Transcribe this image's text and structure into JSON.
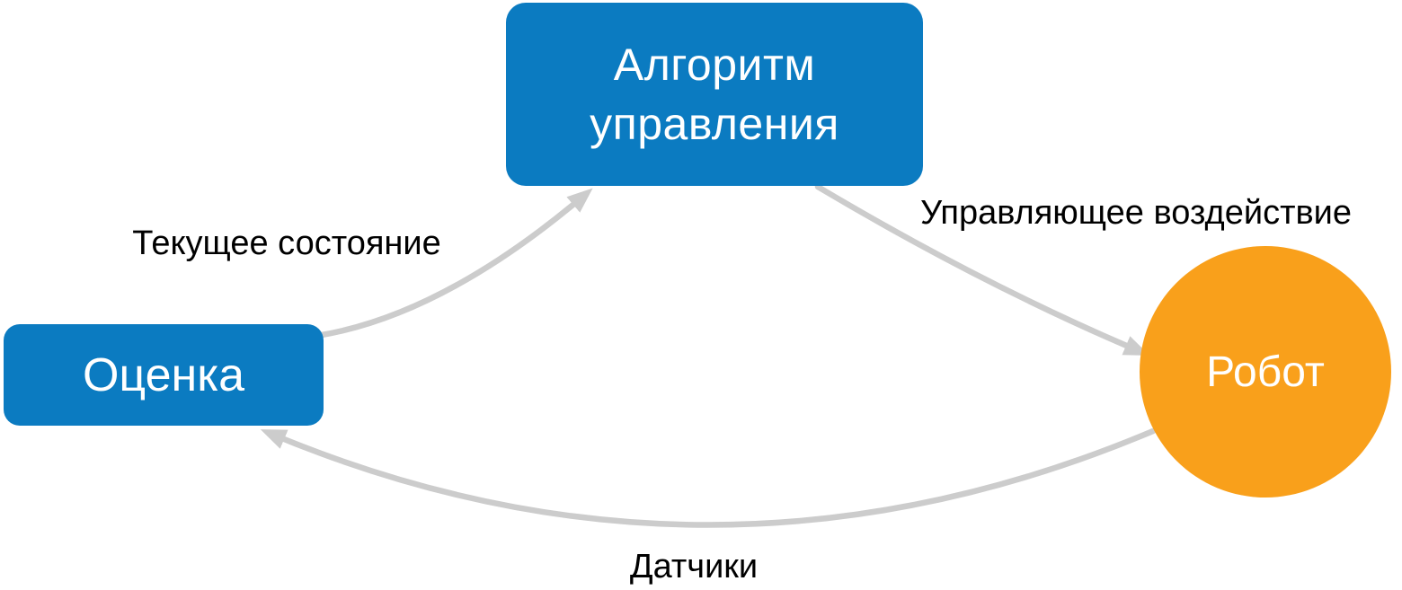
{
  "colors": {
    "background": "#FFFFFF",
    "node_blue": "#0B7BC1",
    "node_orange": "#F9A01B",
    "node_text": "#FFFFFF",
    "arrow_gray": "#CCCCCC",
    "label_text": "#000000"
  },
  "nodes": {
    "algorithm": {
      "label": "Алгоритм управления",
      "shape": "rounded-rectangle",
      "color": "#0B7BC1"
    },
    "estimation": {
      "label": "Оценка",
      "shape": "rounded-rectangle",
      "color": "#0B7BC1"
    },
    "robot": {
      "label": "Робот",
      "shape": "circle",
      "color": "#F9A01B"
    }
  },
  "edges": {
    "current_state": {
      "label": "Текущее состояние",
      "from": "estimation",
      "to": "algorithm"
    },
    "control_action": {
      "label": "Управляющее воздействие",
      "from": "algorithm",
      "to": "robot"
    },
    "sensors": {
      "label": "Датчики",
      "from": "robot",
      "to": "estimation"
    }
  }
}
